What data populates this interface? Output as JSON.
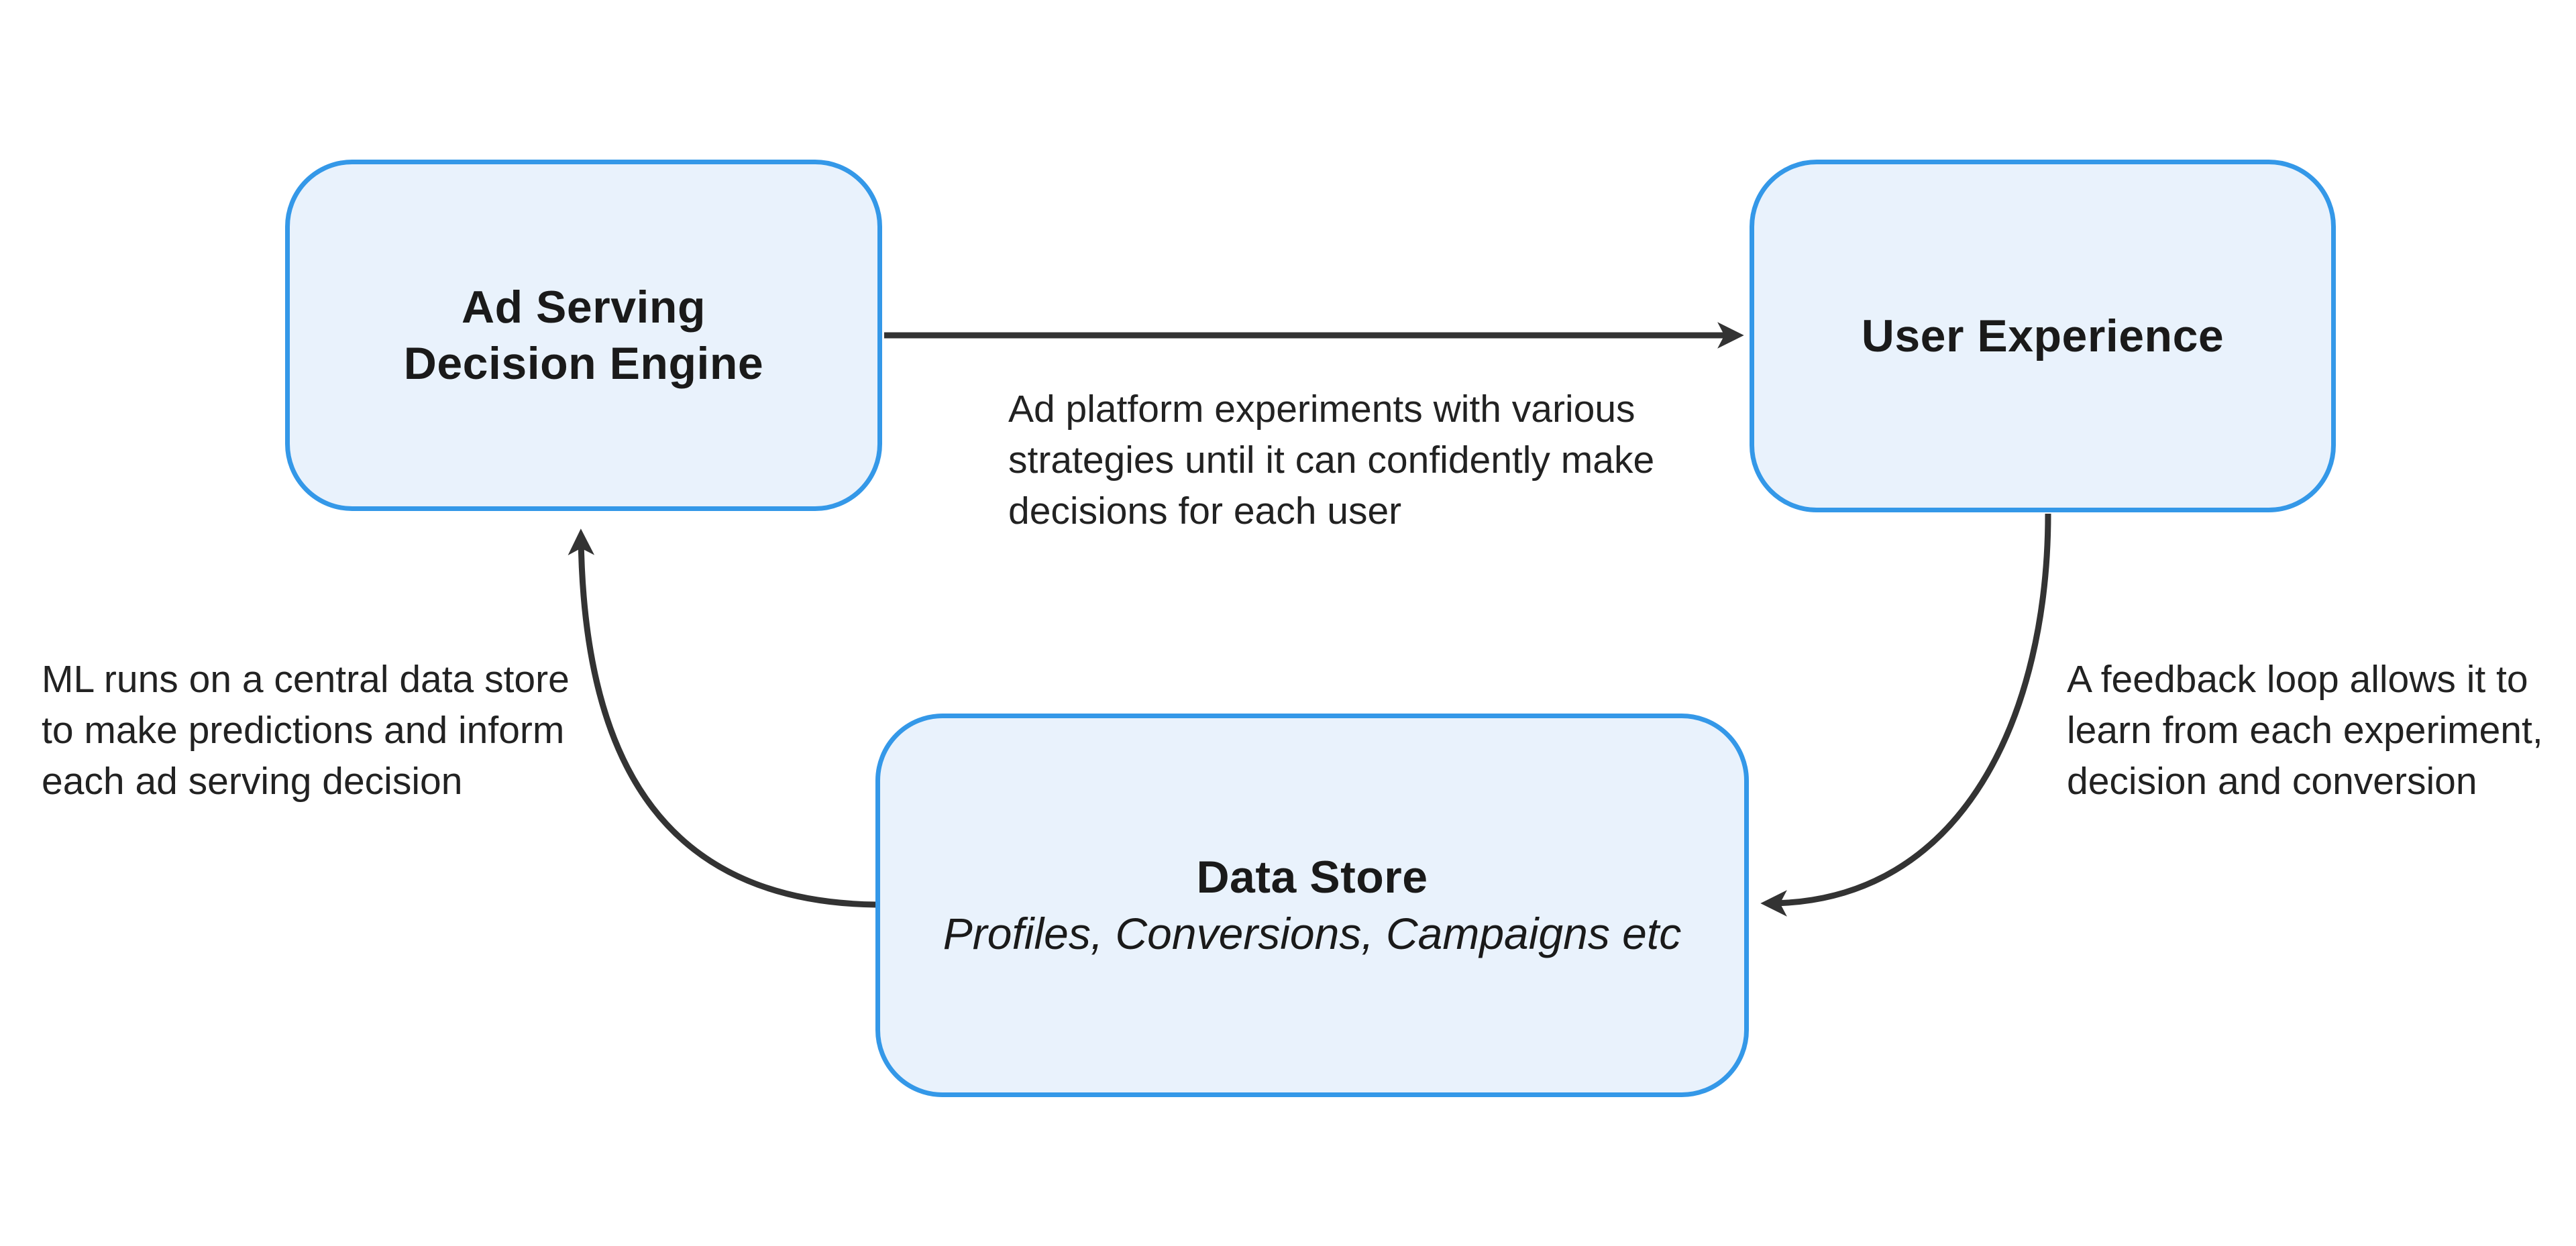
{
  "colors": {
    "background": "#ffffff",
    "node_fill": "#e9f2fc",
    "node_border": "#3498e8",
    "arrow": "#333333",
    "text": "#1a1a1a"
  },
  "nodes": {
    "engine": {
      "label": "Ad Serving\nDecision Engine"
    },
    "experience": {
      "label": "User Experience"
    },
    "datastore": {
      "label": "Data Store",
      "sublabel": "Profiles, Conversions, Campaigns etc"
    }
  },
  "annotations": {
    "experiments": {
      "text": "Ad platform experiments with various\nstrategies until it can confidently make\ndecisions for each user"
    },
    "ml": {
      "text": "ML runs on a central data store\nto make predictions and inform\neach ad serving decision"
    },
    "feedback": {
      "text": "A feedback loop allows it to\nlearn from each experiment,\ndecision and conversion"
    }
  },
  "edges": [
    {
      "from": "Ad Serving Decision Engine",
      "to": "User Experience"
    },
    {
      "from": "User Experience",
      "to": "Data Store"
    },
    {
      "from": "Data Store",
      "to": "Ad Serving Decision Engine"
    }
  ]
}
